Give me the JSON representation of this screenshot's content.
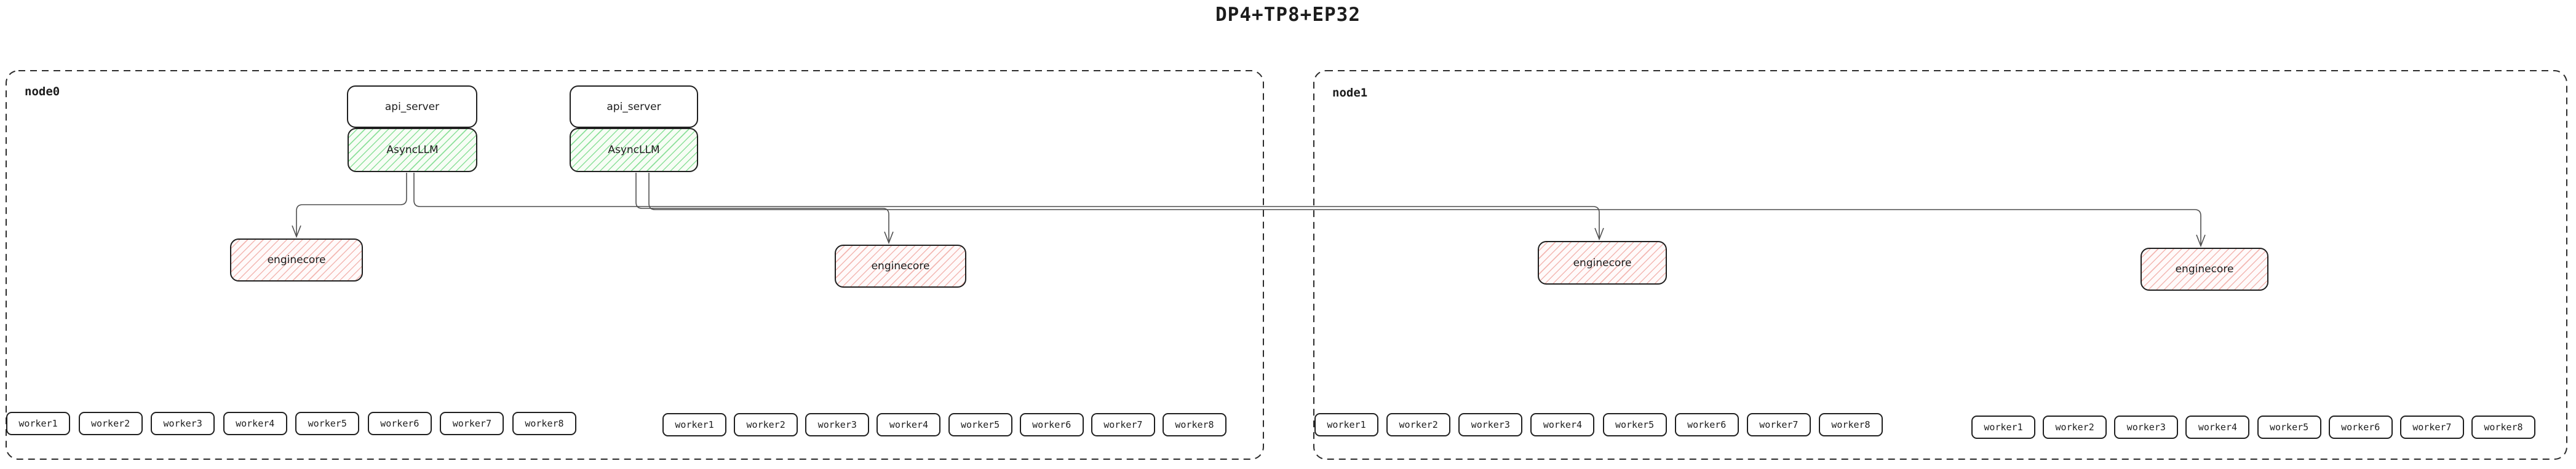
{
  "title": "DP4+TP8+EP32",
  "colors": {
    "ink": "#1f1f1f",
    "connector": "#4f4f4f",
    "green_hatch": "#79db8a",
    "green_bg": "#f7fdf5",
    "red_hatch": "#f0a6a0",
    "red_bg": "#fffafa"
  },
  "nodes": [
    {
      "label": "node0",
      "stacks": [
        {
          "api_server": "api_server",
          "asyncllm": "AsyncLLM"
        },
        {
          "api_server": "api_server",
          "asyncllm": "AsyncLLM"
        }
      ],
      "enginecores": [
        {
          "label": "enginecore"
        },
        {
          "label": "enginecore"
        }
      ],
      "worker_groups": [
        {
          "workers": [
            "worker1",
            "worker2",
            "worker3",
            "worker4",
            "worker5",
            "worker6",
            "worker7",
            "worker8"
          ]
        },
        {
          "workers": [
            "worker1",
            "worker2",
            "worker3",
            "worker4",
            "worker5",
            "worker6",
            "worker7",
            "worker8"
          ]
        }
      ]
    },
    {
      "label": "node1",
      "stacks": [],
      "enginecores": [
        {
          "label": "enginecore"
        },
        {
          "label": "enginecore"
        }
      ],
      "worker_groups": [
        {
          "workers": [
            "worker1",
            "worker2",
            "worker3",
            "worker4",
            "worker5",
            "worker6",
            "worker7",
            "worker8"
          ]
        },
        {
          "workers": [
            "worker1",
            "worker2",
            "worker3",
            "worker4",
            "worker5",
            "worker6",
            "worker7",
            "worker8"
          ]
        }
      ]
    }
  ]
}
